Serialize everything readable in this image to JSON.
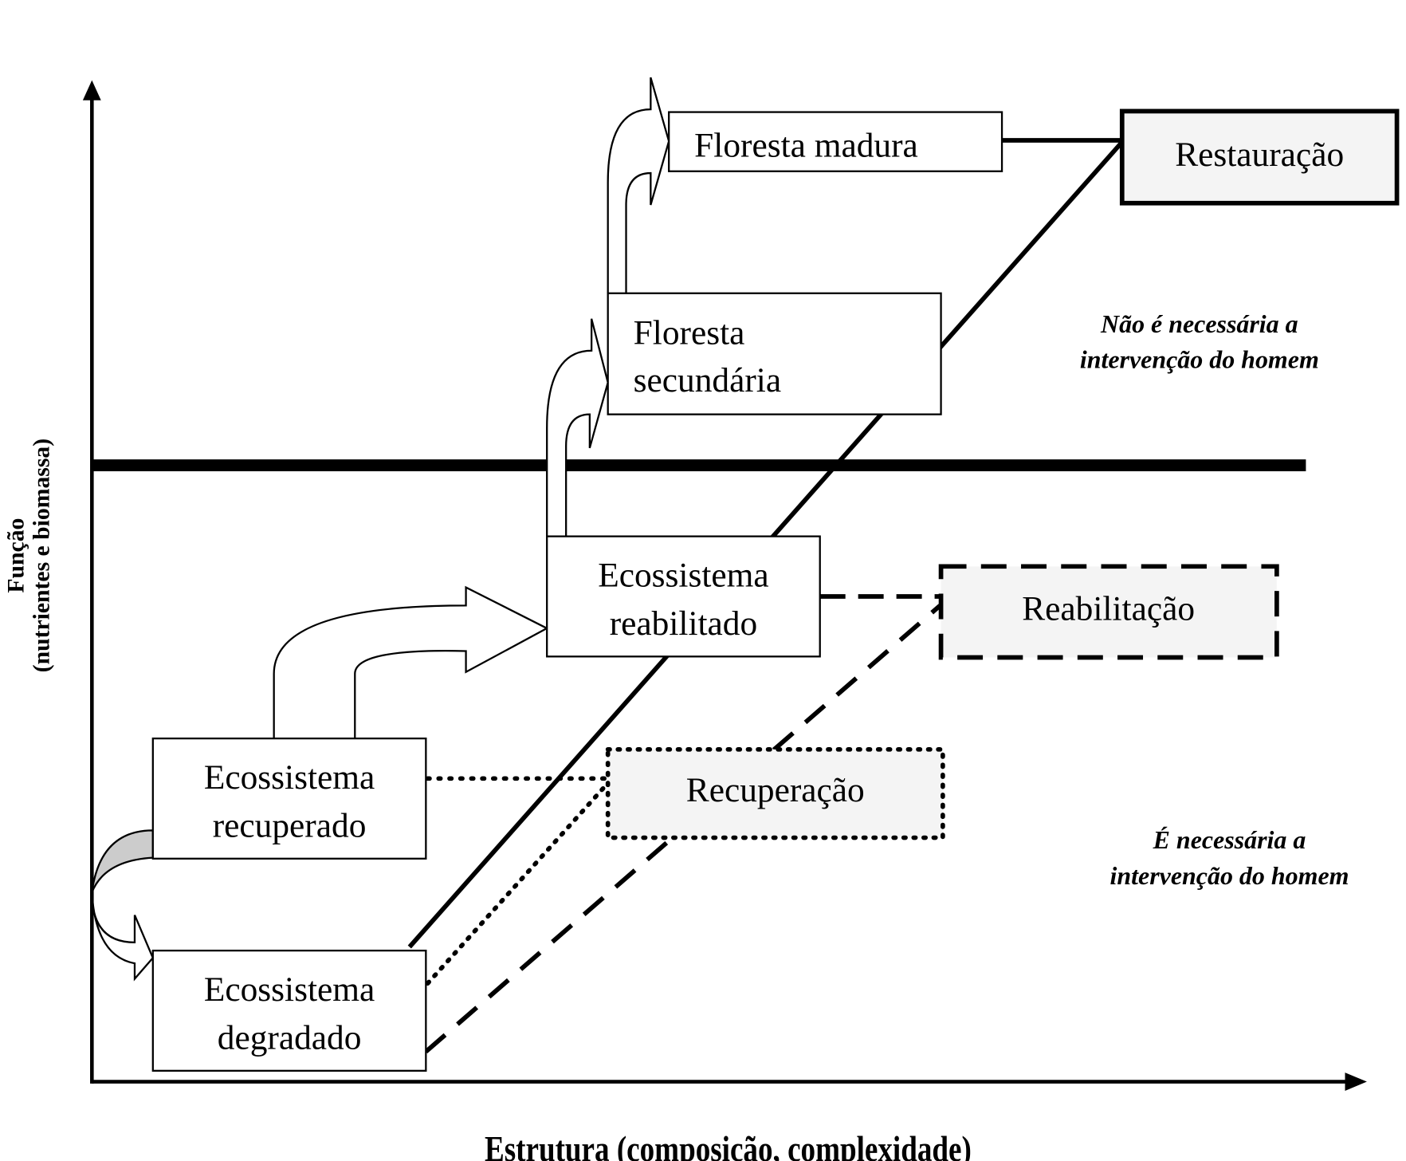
{
  "axes": {
    "y_label_line1": "Função",
    "y_label_line2": "(nutrientes e biomassa)",
    "x_label": "Estrutura (composição, complexidade)"
  },
  "boxes": {
    "floresta_madura": "Floresta madura",
    "restauracao": "Restauração",
    "floresta_secundaria_line1": "Floresta",
    "floresta_secundaria_line2": "secundária",
    "reabilitado_line1": "Ecossistema",
    "reabilitado_line2": "reabilitado",
    "reabilitacao": "Reabilitação",
    "recuperado_line1": "Ecossistema",
    "recuperado_line2": "recuperado",
    "recuperacao": "Recuperação",
    "degradado_line1": "Ecossistema",
    "degradado_line2": "degradado"
  },
  "notes": {
    "above_line1": "Não é necessária a",
    "above_line2": "intervenção do homem",
    "below_line1": "É necessária a",
    "below_line2": "intervenção do homem"
  },
  "colors": {
    "box_fill_shaded": "#f4f4f4",
    "loop_fill": "#cccccc"
  }
}
